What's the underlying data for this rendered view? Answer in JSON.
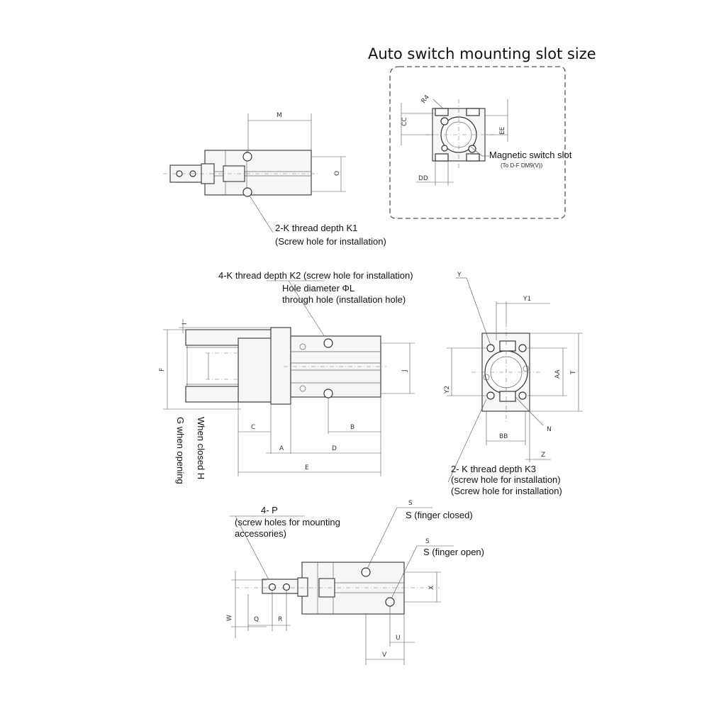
{
  "title": "Auto switch mounting slot size",
  "switch_slot": {
    "label": "Magnetic switch slot",
    "sub_label": "(To D-F DM9(V))",
    "dims": {
      "r": "R4",
      "cc": "CC",
      "ee": "EE",
      "dd": "DD"
    }
  },
  "top_view": {
    "note_line1": "2-K thread depth K1",
    "note_line2": "(Screw hole for installation)",
    "dims": {
      "m": "M",
      "o": "O"
    }
  },
  "side_view": {
    "note_k2": "4-K thread depth K2 (screw hole for installation)",
    "note_hole1": "Hole diameter ΦL",
    "note_hole2": "through hole (installation hole)",
    "dims": {
      "i": "I",
      "f": "F",
      "j": "J",
      "c": "C",
      "b": "B",
      "a": "A",
      "d": "D",
      "e": "E"
    },
    "label_closed": "When closed H",
    "label_opening": "G when opening"
  },
  "end_view": {
    "dims": {
      "y": "Y",
      "y1": "Y1",
      "y2": "Y2",
      "aa": "AA",
      "t": "T",
      "bb": "BB",
      "n": "N",
      "z": "Z"
    },
    "note_k3_1": "2- K thread depth K3",
    "note_k3_2": "(screw hole for installation)",
    "note_k3_3": "(Screw hole for installation)"
  },
  "bottom_view": {
    "note_p1": "4- P",
    "note_p2": "(screw holes for mounting",
    "note_p3": "accessories)",
    "s_closed_dim": "S",
    "s_closed_label": "S (finger closed)",
    "s_open_dim": "S",
    "s_open_label": "S (finger open)",
    "dims": {
      "x": "X",
      "w": "W",
      "q": "Q",
      "r": "R",
      "u": "U",
      "v": "V"
    }
  }
}
